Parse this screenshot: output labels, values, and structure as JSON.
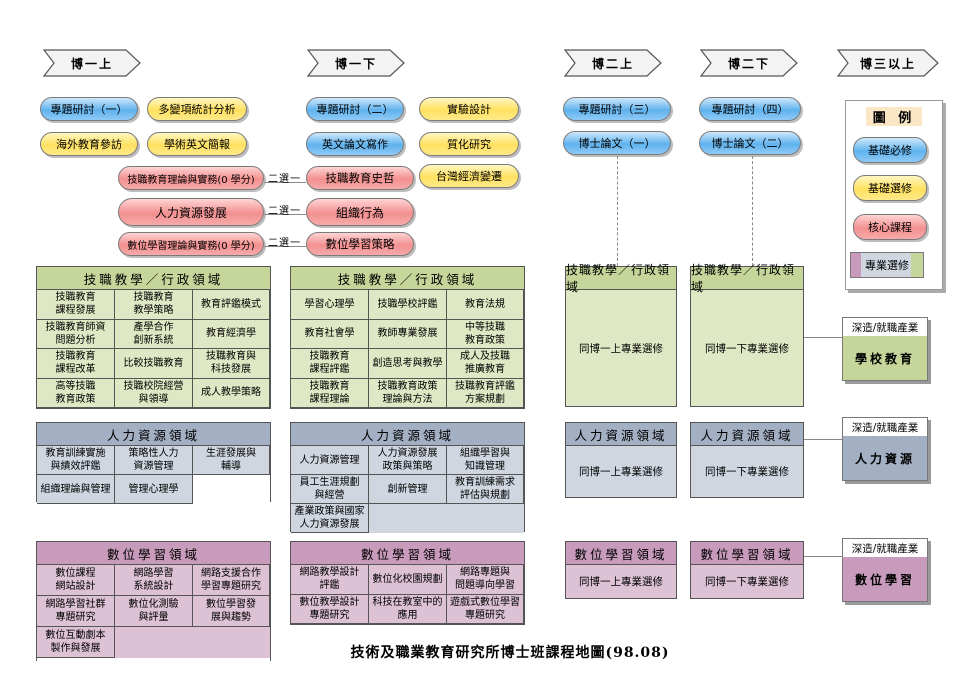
{
  "semesters": [
    "博一上",
    "博一下",
    "博二上",
    "博二下",
    "博三以上"
  ],
  "pills": {
    "b1u_r1a": "專題研討（一）",
    "b1u_r1b": "多變項統計分析",
    "b1u_r2a": "海外教育參訪",
    "b1u_r2b": "學術英文簡報",
    "b1u_c1": "技職教育理論與實務(0 學分)",
    "b1u_c2": "人力資源發展",
    "b1u_c3": "數位學習理論與實務(0 學分)",
    "b1d_r1a": "專題研討（二）",
    "b1d_r1b": "實驗設計",
    "b1d_r2a": "英文論文寫作",
    "b1d_r2b": "質化研究",
    "b1d_r3b": "台灣經濟變遷",
    "b1d_c1": "技職教育史哲",
    "b1d_c2": "組織行為",
    "b1d_c3": "數位學習策略",
    "b2u_r1": "專題研討（三）",
    "b2u_r2": "博士論文（一）",
    "b2d_r1": "專題研討（四）",
    "b2d_r2": "博士論文（二）"
  },
  "elective_label": "二選一",
  "legend": {
    "title": "圖 例",
    "items": [
      "基礎必修",
      "基礎選修",
      "核心課程",
      "專業選修"
    ]
  },
  "tvet_domain": {
    "title": "技職教學／行政領域",
    "col1": [
      [
        "技職教育\n課程發展",
        "技職教育\n教學策略",
        "教育評鑑模式"
      ],
      [
        "技職教育師資\n問題分析",
        "產學合作\n創新系統",
        "教育經濟學"
      ],
      [
        "技職教育\n課程改革",
        "比較技職教育",
        "技職教育與\n科技發展"
      ],
      [
        "高等技職\n教育政策",
        "技職校院經營\n與領導",
        "成人教學策略"
      ]
    ],
    "col2": [
      [
        "學習心理學",
        "技職學校評鑑",
        "教育法規"
      ],
      [
        "教育社會學",
        "教師專業發展",
        "中等技職\n教育政策"
      ],
      [
        "技職教育\n課程評鑑",
        "創造思考與教學",
        "成人及技職\n推廣教育"
      ],
      [
        "技職教育\n課程理論",
        "技職教育政策\n理論與方法",
        "技職教育評鑑\n方案規劃"
      ]
    ]
  },
  "hr_domain": {
    "title": "人力資源領域",
    "col1": [
      [
        "教育訓練實施\n與績效評鑑",
        "策略性人力\n資源管理",
        "生涯發展與\n輔導"
      ],
      [
        "組織理論與管理",
        "管理心理學"
      ]
    ],
    "col2": [
      [
        "人力資源管理",
        "人力資源發展\n政策與策略",
        "組織學習與\n知識管理"
      ],
      [
        "員工生涯規劃\n與經營",
        "創新管理",
        "教育訓練需求\n評估與規劃"
      ],
      [
        "產業政策與國家\n人力資源發展"
      ]
    ]
  },
  "dl_domain": {
    "title": "數位學習領域",
    "col1": [
      [
        "數位課程\n網站設計",
        "網路學習\n系統設計",
        "網路支援合作\n學習專題研究"
      ],
      [
        "網路學習社群\n專題研究",
        "數位化測驗\n與評量",
        "數位學習發\n展與趨勢"
      ],
      [
        "數位互動劇本\n製作與發展"
      ]
    ],
    "col2": [
      [
        "網路教學設計\n評鑑",
        "數位化校園規劃",
        "網路專題與\n問題導向學習"
      ],
      [
        "數位教學設計\n專題研究",
        "科技在教室中的\n應用",
        "遊戲式數位學習\n專題研究"
      ]
    ]
  },
  "right_cols": {
    "tvet_title": "技職教學／行政領域",
    "hr_title": "人力資源領域",
    "dl_title": "數位學習領域",
    "b2u_text": "同博一上專業選修",
    "b2d_text": "同博一下專業選修"
  },
  "side": [
    {
      "top": "深造/就職產業",
      "name": "學校教育"
    },
    {
      "top": "深造/就職產業",
      "name": "人力資源"
    },
    {
      "top": "深造/就職產業",
      "name": "數位學習"
    }
  ],
  "caption": "技術及職業教育研究所博士班課程地圖(98.08)",
  "colors": {
    "green": "#dfe8c4",
    "blue": "#cfd6e0",
    "pink": "#dcc2d4"
  }
}
